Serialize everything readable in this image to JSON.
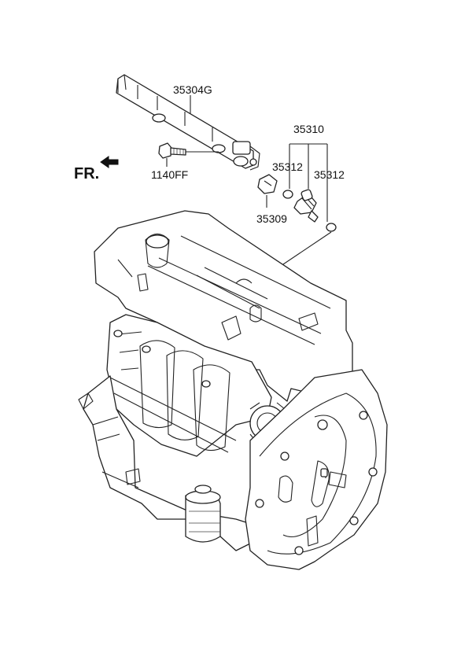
{
  "orientation": {
    "label": "FR."
  },
  "callouts": {
    "fuel_rail": "35304G",
    "bolt": "1140FF",
    "injector_assy": "35310",
    "oring_left": "35312",
    "oring_right": "35312",
    "clip": "35309"
  }
}
